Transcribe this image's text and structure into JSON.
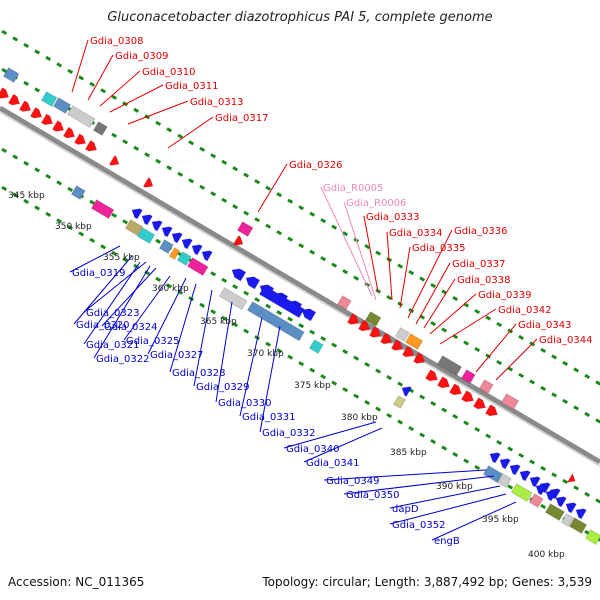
{
  "title": "Gluconacetobacter diazotrophicus PAI 5, complete genome",
  "footer": {
    "accession": "Accession: NC_011365",
    "stats": "Topology: circular; Length: 3,887,492 bp; Genes: 3,539"
  },
  "colors": {
    "backbone": "#8a8a8a",
    "dots": "#1a8a1a",
    "forward_label": "#e00000",
    "reverse_label": "#0000cc",
    "rna_label": "#ee88bb"
  },
  "positions": [
    "345 kbp",
    "350 kbp",
    "355 kbp",
    "360 kbp",
    "365 kbp",
    "370 kbp",
    "375 kbp",
    "380 kbp",
    "385 kbp",
    "390 kbp",
    "395 kbp",
    "400 kbp"
  ],
  "forward_labels": [
    "Gdia_0308",
    "Gdia_0309",
    "Gdia_0310",
    "Gdia_0311",
    "Gdia_0313",
    "Gdia_0317",
    "Gdia_0326",
    "Gdia_0333",
    "Gdia_0334",
    "Gdia_0335",
    "Gdia_0336",
    "Gdia_0337",
    "Gdia_0338",
    "Gdia_0339",
    "Gdia_0342",
    "Gdia_0343",
    "Gdia_0344"
  ],
  "rna_labels": [
    "Gdia_R0005",
    "Gdia_R0006"
  ],
  "reverse_labels": [
    "Gdia_0319",
    "Gdia_0320",
    "Gdia_0321",
    "Gdia_0322",
    "Gdia_0323",
    "Gdia_0324",
    "Gdia_0325",
    "Gdia_0327",
    "Gdia_0328",
    "Gdia_0329",
    "Gdia_0330",
    "Gdia_0331",
    "Gdia_0332",
    "Gdia_0340",
    "Gdia_0341",
    "Gdia_0349",
    "Gdia_0350",
    "dapD",
    "Gdia_0352",
    "engB"
  ]
}
